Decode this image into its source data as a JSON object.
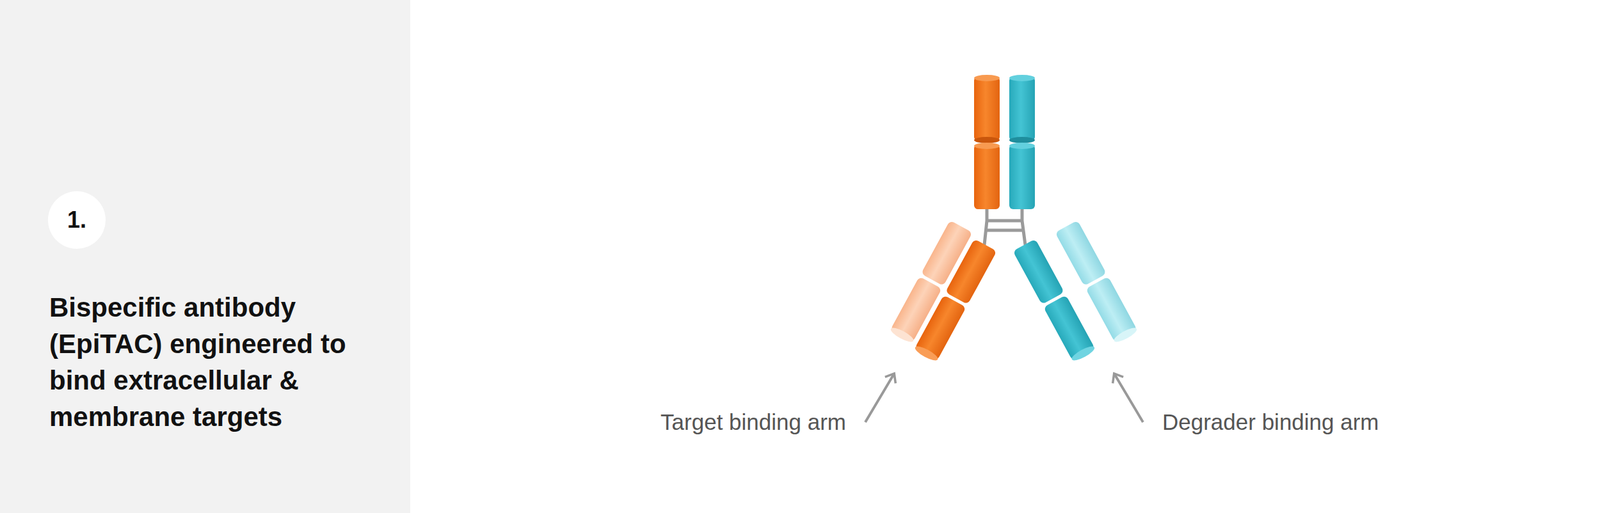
{
  "diagram": {
    "title": "Bispecific antibody (EpiTAC) engineered to bind extracellular & membrane targets",
    "nodes": [
      {
        "text": [
          "1."
        ]
      }
    ],
    "edges": [],
    "labels": [
      "Target binding arm",
      "Degrader binding arm"
    ]
  }
}
